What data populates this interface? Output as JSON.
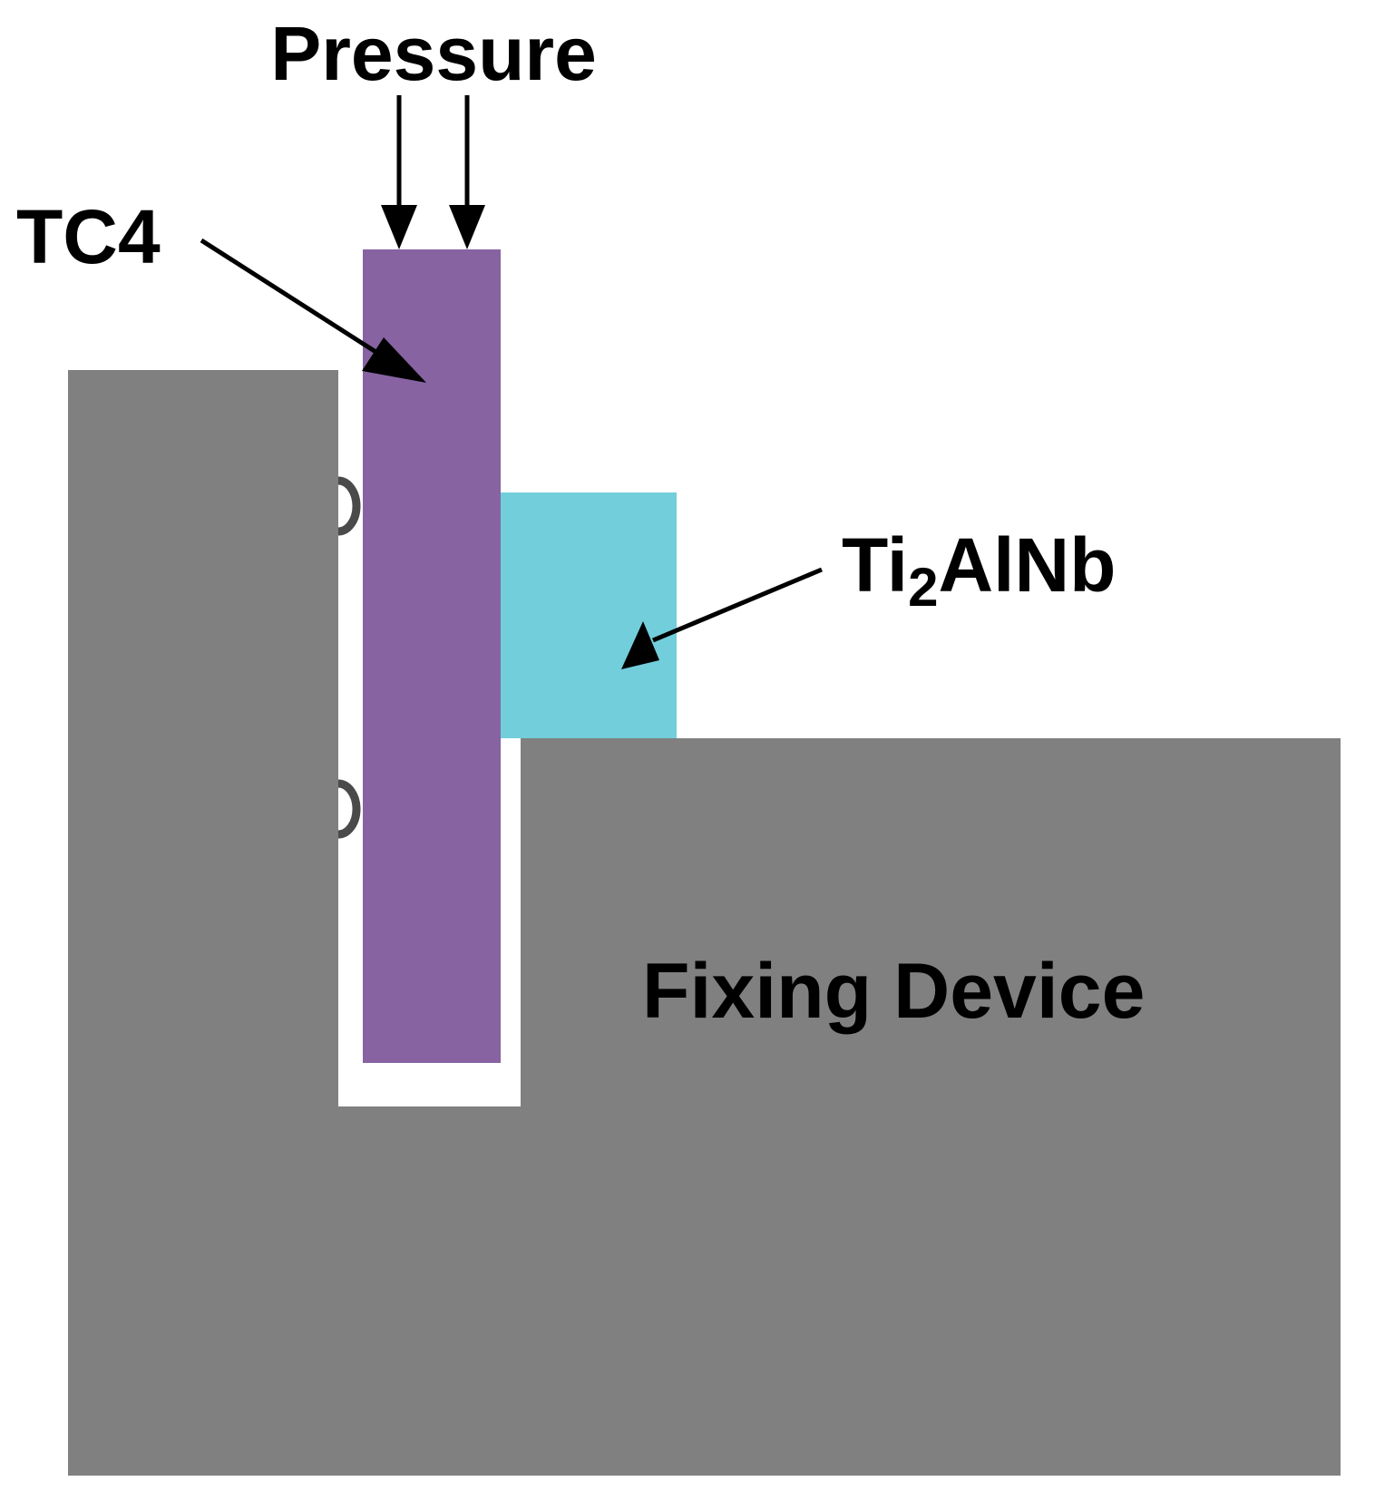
{
  "labels": {
    "pressure": "Pressure",
    "tc4": "TC4",
    "ti2alnb_prefix": "Ti",
    "ti2alnb_subscript": "2",
    "ti2alnb_suffix": "AlNb",
    "fixing_device": "Fixing Device"
  },
  "colors": {
    "fixing_device": "#808080",
    "tc4": "#8763a2",
    "ti2alnb": "#72cedb",
    "arrow": "#000000",
    "pin": "#4a4a4a",
    "background": "#ffffff"
  }
}
